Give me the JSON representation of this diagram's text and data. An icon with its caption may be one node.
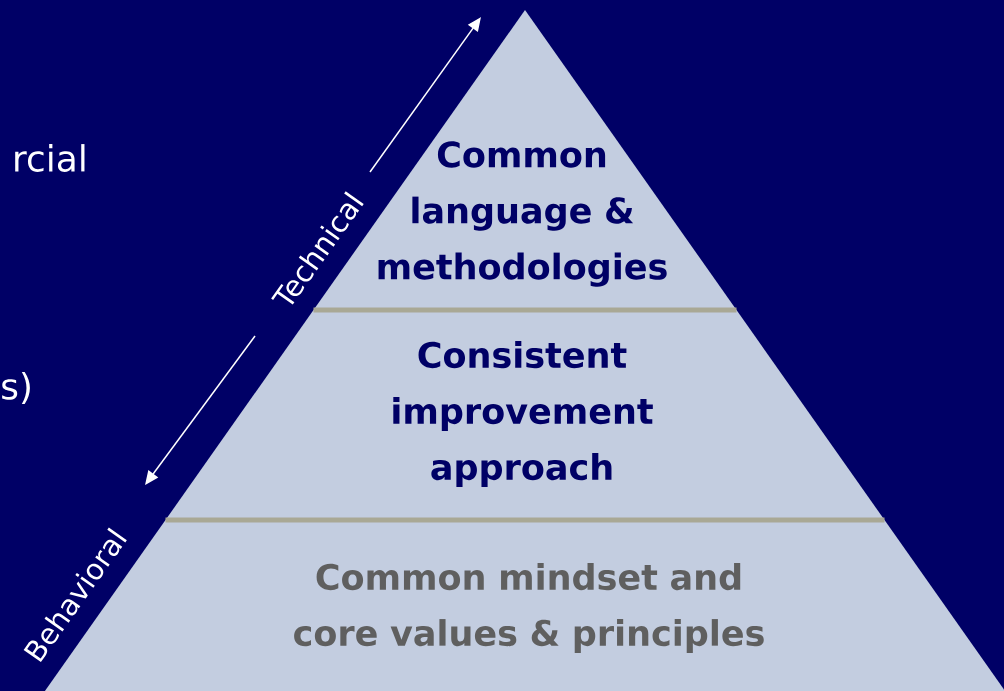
{
  "diagram": {
    "nodes": [
      {
        "text": [
          "Common language & methodologies"
        ]
      },
      {
        "text": [
          "Consistent improvement approach"
        ]
      },
      {
        "text": [
          "Common mindset and core values & principles"
        ]
      }
    ],
    "labels": [
      "rcial",
      "s)",
      "Technical",
      "Behavioral"
    ]
  }
}
